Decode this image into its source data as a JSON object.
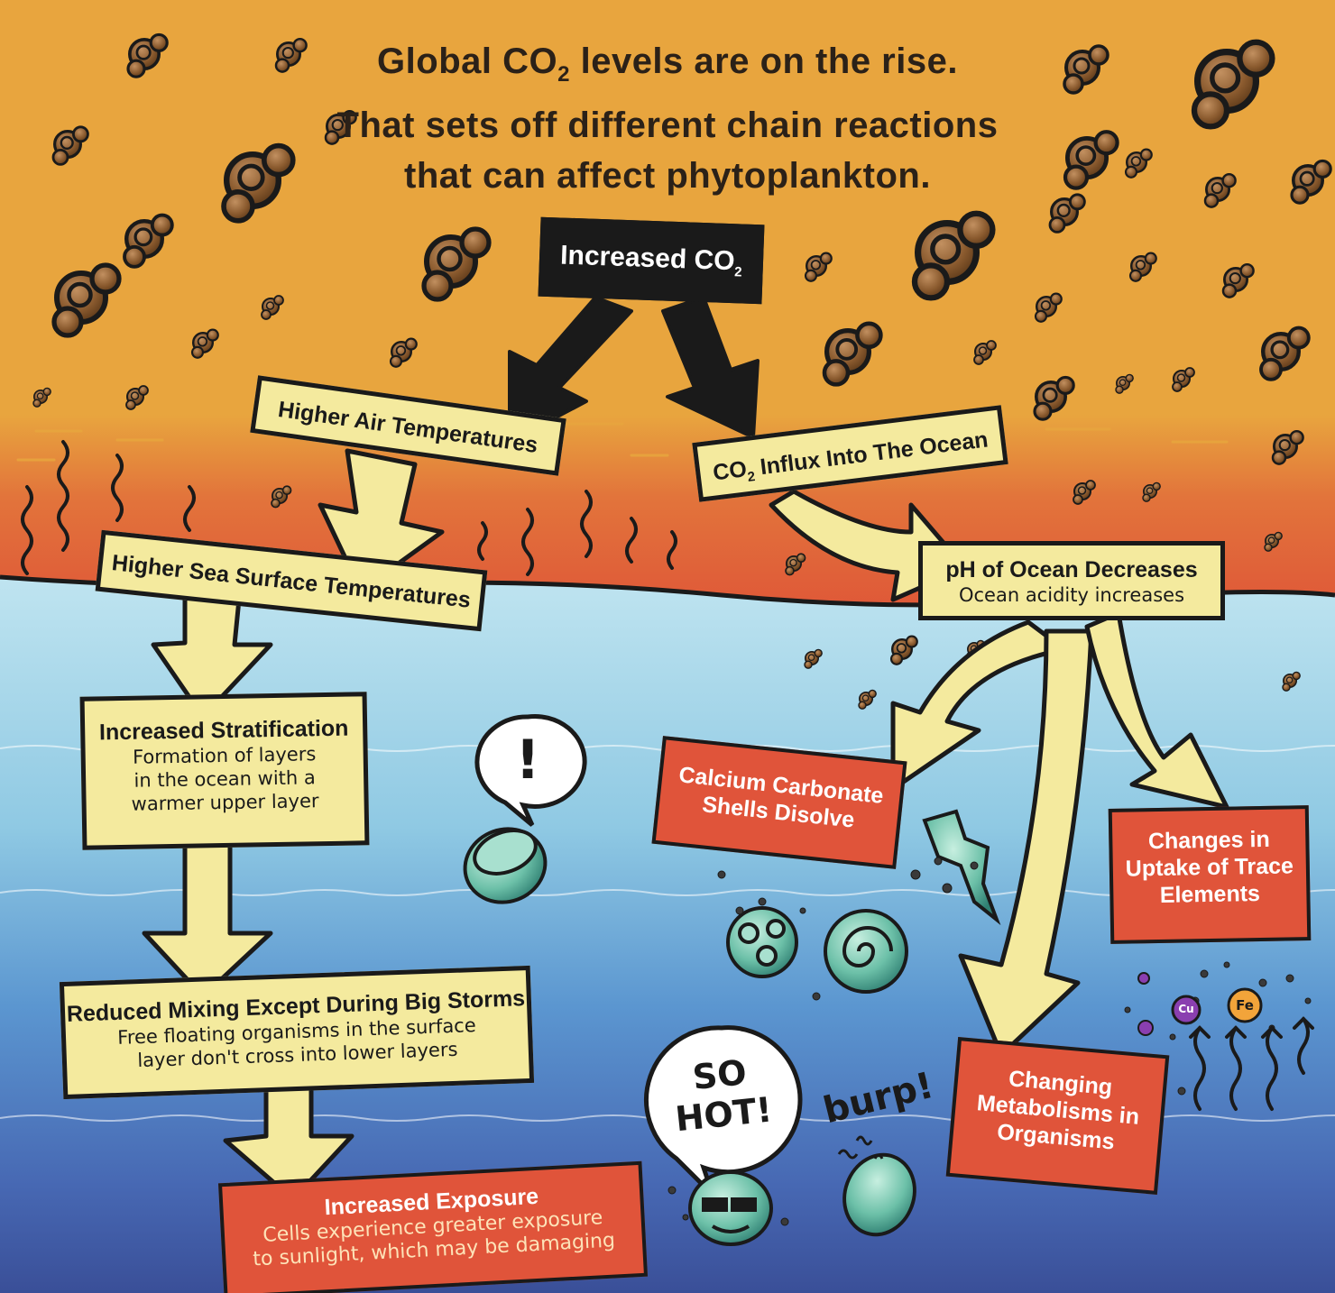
{
  "title": {
    "line1": "Global CO",
    "line1_sub": "2",
    "line1_rest": " levels are on the rise.",
    "line2": "That sets off different chain reactions",
    "line3": "that can affect phytoplankton."
  },
  "nodes": {
    "increased_co2": {
      "label": "Increased CO",
      "sub": "2"
    },
    "higher_air_temp": {
      "label": "Higher Air Temperatures"
    },
    "co2_influx": {
      "label_sub": "2",
      "label_prefix": "CO",
      "label_rest": " Influx Into The Ocean"
    },
    "higher_sst": {
      "label": "Higher Sea Surface Temperatures"
    },
    "ph_decreases": {
      "label": "pH of Ocean Decreases",
      "detail": "Ocean acidity increases"
    },
    "stratification": {
      "label": "Increased Stratification",
      "detail_lines": [
        "Formation of layers",
        "in the ocean with a",
        "warmer upper layer"
      ]
    },
    "reduced_mixing": {
      "label": "Reduced Mixing Except During Big Storms",
      "detail_lines": [
        "Free floating organisms in the surface",
        "layer don't cross into lower layers"
      ]
    },
    "increased_exposure": {
      "label": "Increased Exposure",
      "detail_lines": [
        "Cells experience greater exposure",
        "to sunlight, which may be damaging"
      ]
    },
    "shells_dissolve": {
      "label_lines": [
        "Calcium Carbonate",
        "Shells Disolve"
      ]
    },
    "trace_elements": {
      "label_lines": [
        "Changes in",
        "Uptake of Trace",
        "Elements"
      ]
    },
    "metabolisms": {
      "label_lines": [
        "Changing",
        "Metabolisms in",
        "Organisms"
      ]
    }
  },
  "bubbles": {
    "exclaim": "!",
    "hot_line1": "SO",
    "hot_line2": "HOT!",
    "burp": "burp!"
  },
  "elements": {
    "fe": "Fe",
    "cu": "Cu"
  },
  "colors": {
    "sky": "#e8a53e",
    "warm_band": "#e0553a",
    "ocean_top": "#b9e1ef",
    "ocean_deep": "#3c56a3",
    "cream_box": "#f4ea9e",
    "red_box": "#e0543a",
    "molecule": "#8a5a2e"
  }
}
